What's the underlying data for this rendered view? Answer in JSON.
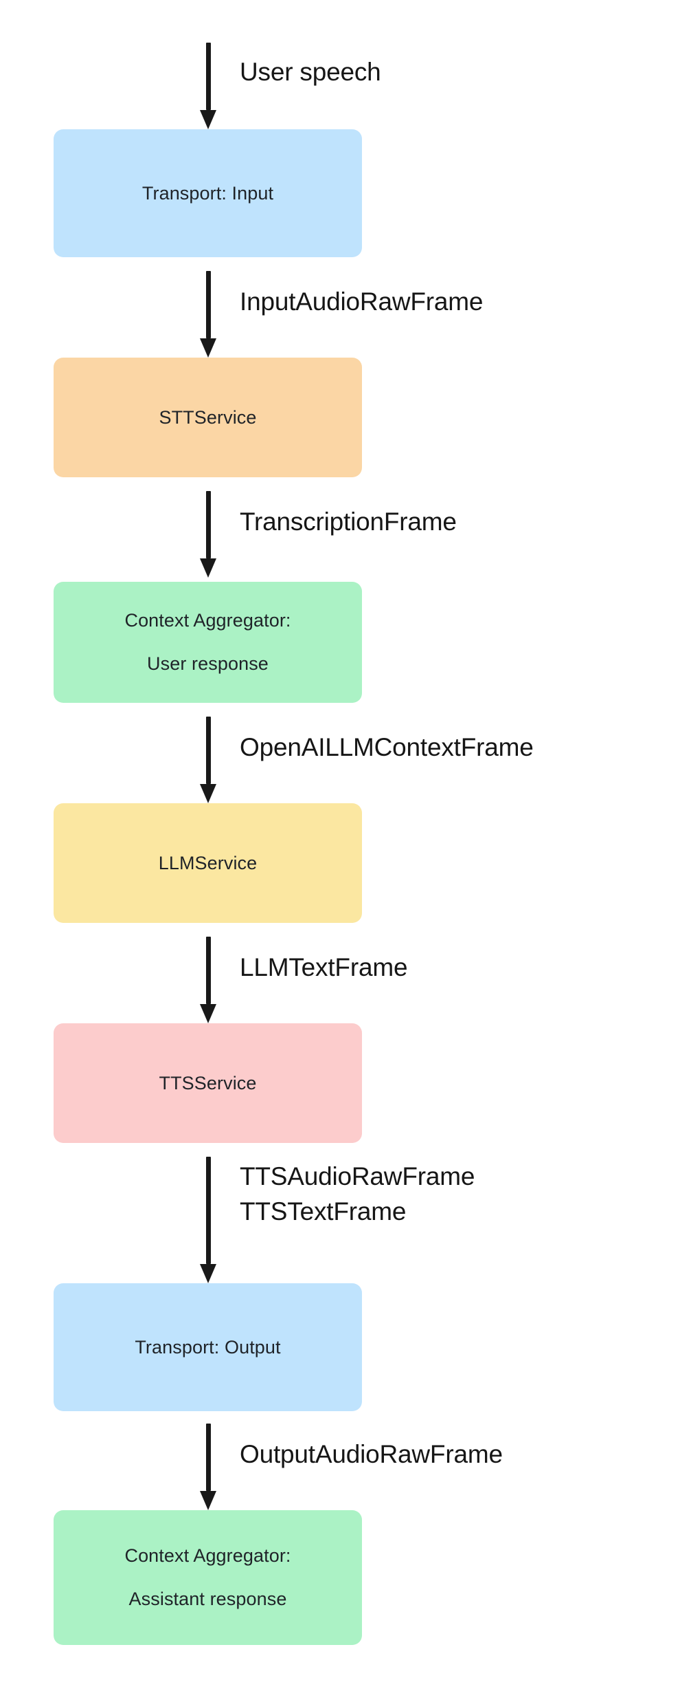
{
  "diagram": {
    "type": "flowchart",
    "orientation": "top-to-bottom",
    "background_color": "#ffffff",
    "arrow_color": "#191919",
    "edge_label_color": "#161616",
    "node_text_color": "#1f2328",
    "colors": {
      "blue": "#bfe3fd",
      "orange": "#fbd6a5",
      "green": "#abf2c5",
      "yellow": "#fbe7a1",
      "pink": "#fccccc"
    },
    "nodes": [
      {
        "id": "transport-input",
        "label_line1": "Transport: Input",
        "label_line2": "",
        "color": "blue"
      },
      {
        "id": "stt-service",
        "label_line1": "STTService",
        "label_line2": "",
        "color": "orange"
      },
      {
        "id": "context-aggregator-user",
        "label_line1": "Context Aggregator:",
        "label_line2": "User response",
        "color": "green"
      },
      {
        "id": "llm-service",
        "label_line1": "LLMService",
        "label_line2": "",
        "color": "yellow"
      },
      {
        "id": "tts-service",
        "label_line1": "TTSService",
        "label_line2": "",
        "color": "pink"
      },
      {
        "id": "transport-output",
        "label_line1": "Transport: Output",
        "label_line2": "",
        "color": "blue"
      },
      {
        "id": "context-aggregator-assistant",
        "label_line1": "Context Aggregator:",
        "label_line2": "Assistant response",
        "color": "green"
      }
    ],
    "edges": [
      {
        "id": "edge-user-speech",
        "label_line1": "User speech",
        "label_line2": "",
        "to": "transport-input"
      },
      {
        "id": "edge-input-audio-raw-frame",
        "label_line1": "InputAudioRawFrame",
        "label_line2": "",
        "from": "transport-input",
        "to": "stt-service"
      },
      {
        "id": "edge-transcription-frame",
        "label_line1": "TranscriptionFrame",
        "label_line2": "",
        "from": "stt-service",
        "to": "context-aggregator-user"
      },
      {
        "id": "edge-openai-llm-context-frame",
        "label_line1": "OpenAILLMContextFrame",
        "label_line2": "",
        "from": "context-aggregator-user",
        "to": "llm-service"
      },
      {
        "id": "edge-llm-text-frame",
        "label_line1": "LLMTextFrame",
        "label_line2": "",
        "from": "llm-service",
        "to": "tts-service"
      },
      {
        "id": "edge-tts-frames",
        "label_line1": "TTSAudioRawFrame",
        "label_line2": "TTSTextFrame",
        "from": "tts-service",
        "to": "transport-output"
      },
      {
        "id": "edge-output-audio-raw-frame",
        "label_line1": "OutputAudioRawFrame",
        "label_line2": "",
        "from": "transport-output",
        "to": "context-aggregator-assistant"
      }
    ]
  }
}
